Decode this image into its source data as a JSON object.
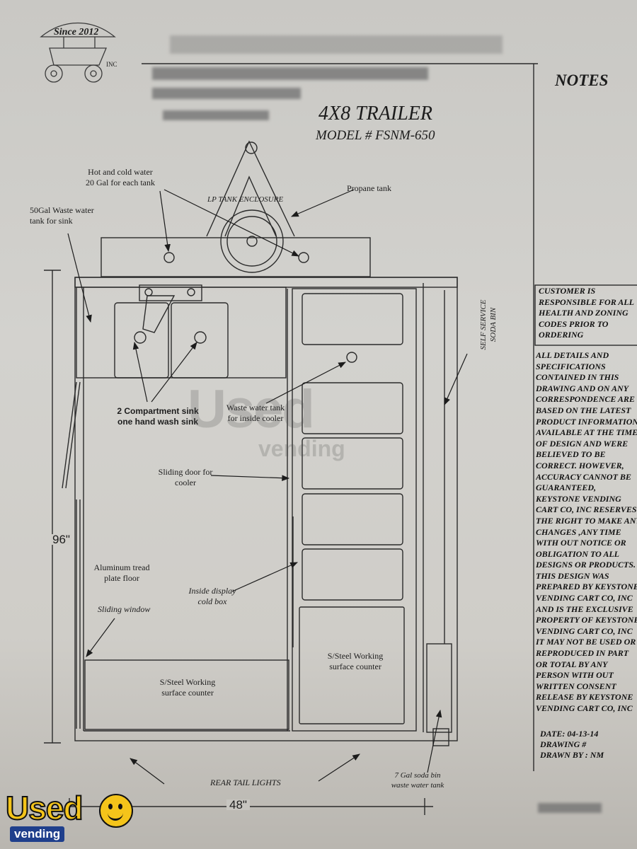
{
  "logo_top": {
    "since": "Since 2012",
    "inc": "INC"
  },
  "title": {
    "main": "4X8 TRAILER",
    "model": "MODEL # FSNM-650"
  },
  "notes_heading": "NOTES",
  "customer_box": [
    "CUSTOMER IS",
    "RESPONSIBLE FOR ALL",
    "HEALTH AND ZONING",
    "CODES PRIOR TO",
    "ORDERING"
  ],
  "disclaimer": [
    "ALL DETAILS AND",
    "SPECIFICATIONS",
    "CONTAINED IN THIS",
    "DRAWING AND ON ANY",
    "CORRESPONDENCE ARE",
    "BASED ON THE LATEST",
    "PRODUCT INFORMATION",
    "AVAILABLE AT THE TIME",
    "OF DESIGN AND WERE",
    "BELIEVED TO BE",
    "CORRECT. HOWEVER,",
    "ACCURACY CANNOT BE",
    "GUARANTEED,",
    "KEYSTONE VENDING",
    "CART CO, INC RESERVES",
    "THE RIGHT TO MAKE ANY",
    "CHANGES ,ANY TIME",
    "WITH OUT NOTICE OR",
    "OBLIGATION TO ALL",
    "DESIGNS OR PRODUCTS.",
    "THIS DESIGN WAS",
    "PREPARED BY KEYSTONE",
    "VENDING CART CO, INC",
    "AND IS THE EXCLUSIVE",
    "PROPERTY OF KEYSTONE",
    "VENDING CART CO, INC",
    "IT MAY NOT BE USED OR",
    "REPRODUCED IN PART",
    "OR TOTAL BY ANY",
    "PERSON WITH OUT",
    "WRITTEN CONSENT",
    "RELEASE BY KEYSTONE",
    "VENDING CART CO, INC"
  ],
  "drawing_info": {
    "date": "DATE:  04-13-14",
    "drawing_no": "DRAWING #",
    "drawn_by": "DRAWN BY :  NM"
  },
  "labels": {
    "hot_cold_water": [
      "Hot and cold water",
      "20 Gal for each tank"
    ],
    "propane_tank": "Propane tank",
    "lp_enclosure": "LP TANK ENCLOSURE",
    "waste_water_50": [
      "50Gal Waste water",
      "tank for sink"
    ],
    "sinks": [
      "2 Compartment sink",
      "one hand wash sink"
    ],
    "waste_water_cooler": [
      "Waste water tank",
      "for inside cooler"
    ],
    "sliding_door": [
      "Sliding door for",
      "cooler"
    ],
    "aluminum_floor": [
      "Aluminum  tread",
      "plate floor"
    ],
    "inside_display": [
      "Inside display",
      "cold box"
    ],
    "sliding_window": "Sliding window",
    "counter_left": [
      "S/Steel Working",
      "surface counter"
    ],
    "counter_right": [
      "S/Steel Working",
      "surface counter"
    ],
    "self_service": [
      "SELF SERVICE",
      "SODA BIN"
    ],
    "rear_lights": "REAR TAIL LIGHTS",
    "soda_bin_tank": [
      "7 Gal  soda bin",
      "waste water tank"
    ],
    "dim_height": "96\"",
    "dim_width": "48\""
  },
  "watermark": {
    "big": "Used",
    "small": "vending"
  },
  "logo_bottom": {
    "big": "Used",
    "small": "vending"
  },
  "colors": {
    "ink": "#1c1c1c",
    "paper": "#cfcdc8",
    "logo_yellow": "#f4c41a",
    "logo_blue": "#1f3f8c"
  }
}
